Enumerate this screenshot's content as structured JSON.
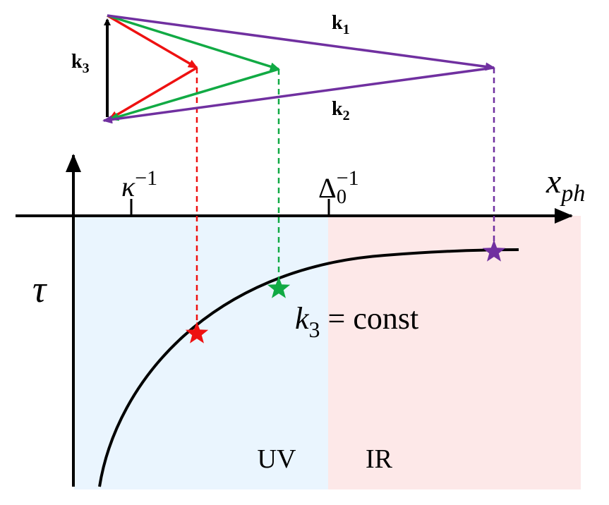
{
  "colors": {
    "uv_region": "#eaf5fe",
    "ir_region": "#fde8e8",
    "red": "#ee1111",
    "green": "#11aa44",
    "purple": "#7030a0",
    "axis": "#000000"
  },
  "triangle_labels": {
    "k1": {
      "base": "k",
      "sub": "1"
    },
    "k2": {
      "base": "k",
      "sub": "2"
    },
    "k3": {
      "base": "k",
      "sub": "3"
    }
  },
  "axes": {
    "x_label": {
      "base": "x",
      "sub": "ph"
    },
    "y_label": "τ"
  },
  "ticks": {
    "kappa": {
      "base": "κ",
      "sup": "−1"
    },
    "delta": {
      "base": "Δ",
      "sub": "0",
      "sup": "−1"
    }
  },
  "curve_label": {
    "base": "k",
    "sub": "3",
    "rest": " = const"
  },
  "regions": {
    "uv": "UV",
    "ir": "IR"
  },
  "stars": [
    {
      "name": "red",
      "color_key": "red"
    },
    {
      "name": "green",
      "color_key": "green"
    },
    {
      "name": "purple",
      "color_key": "purple"
    }
  ]
}
